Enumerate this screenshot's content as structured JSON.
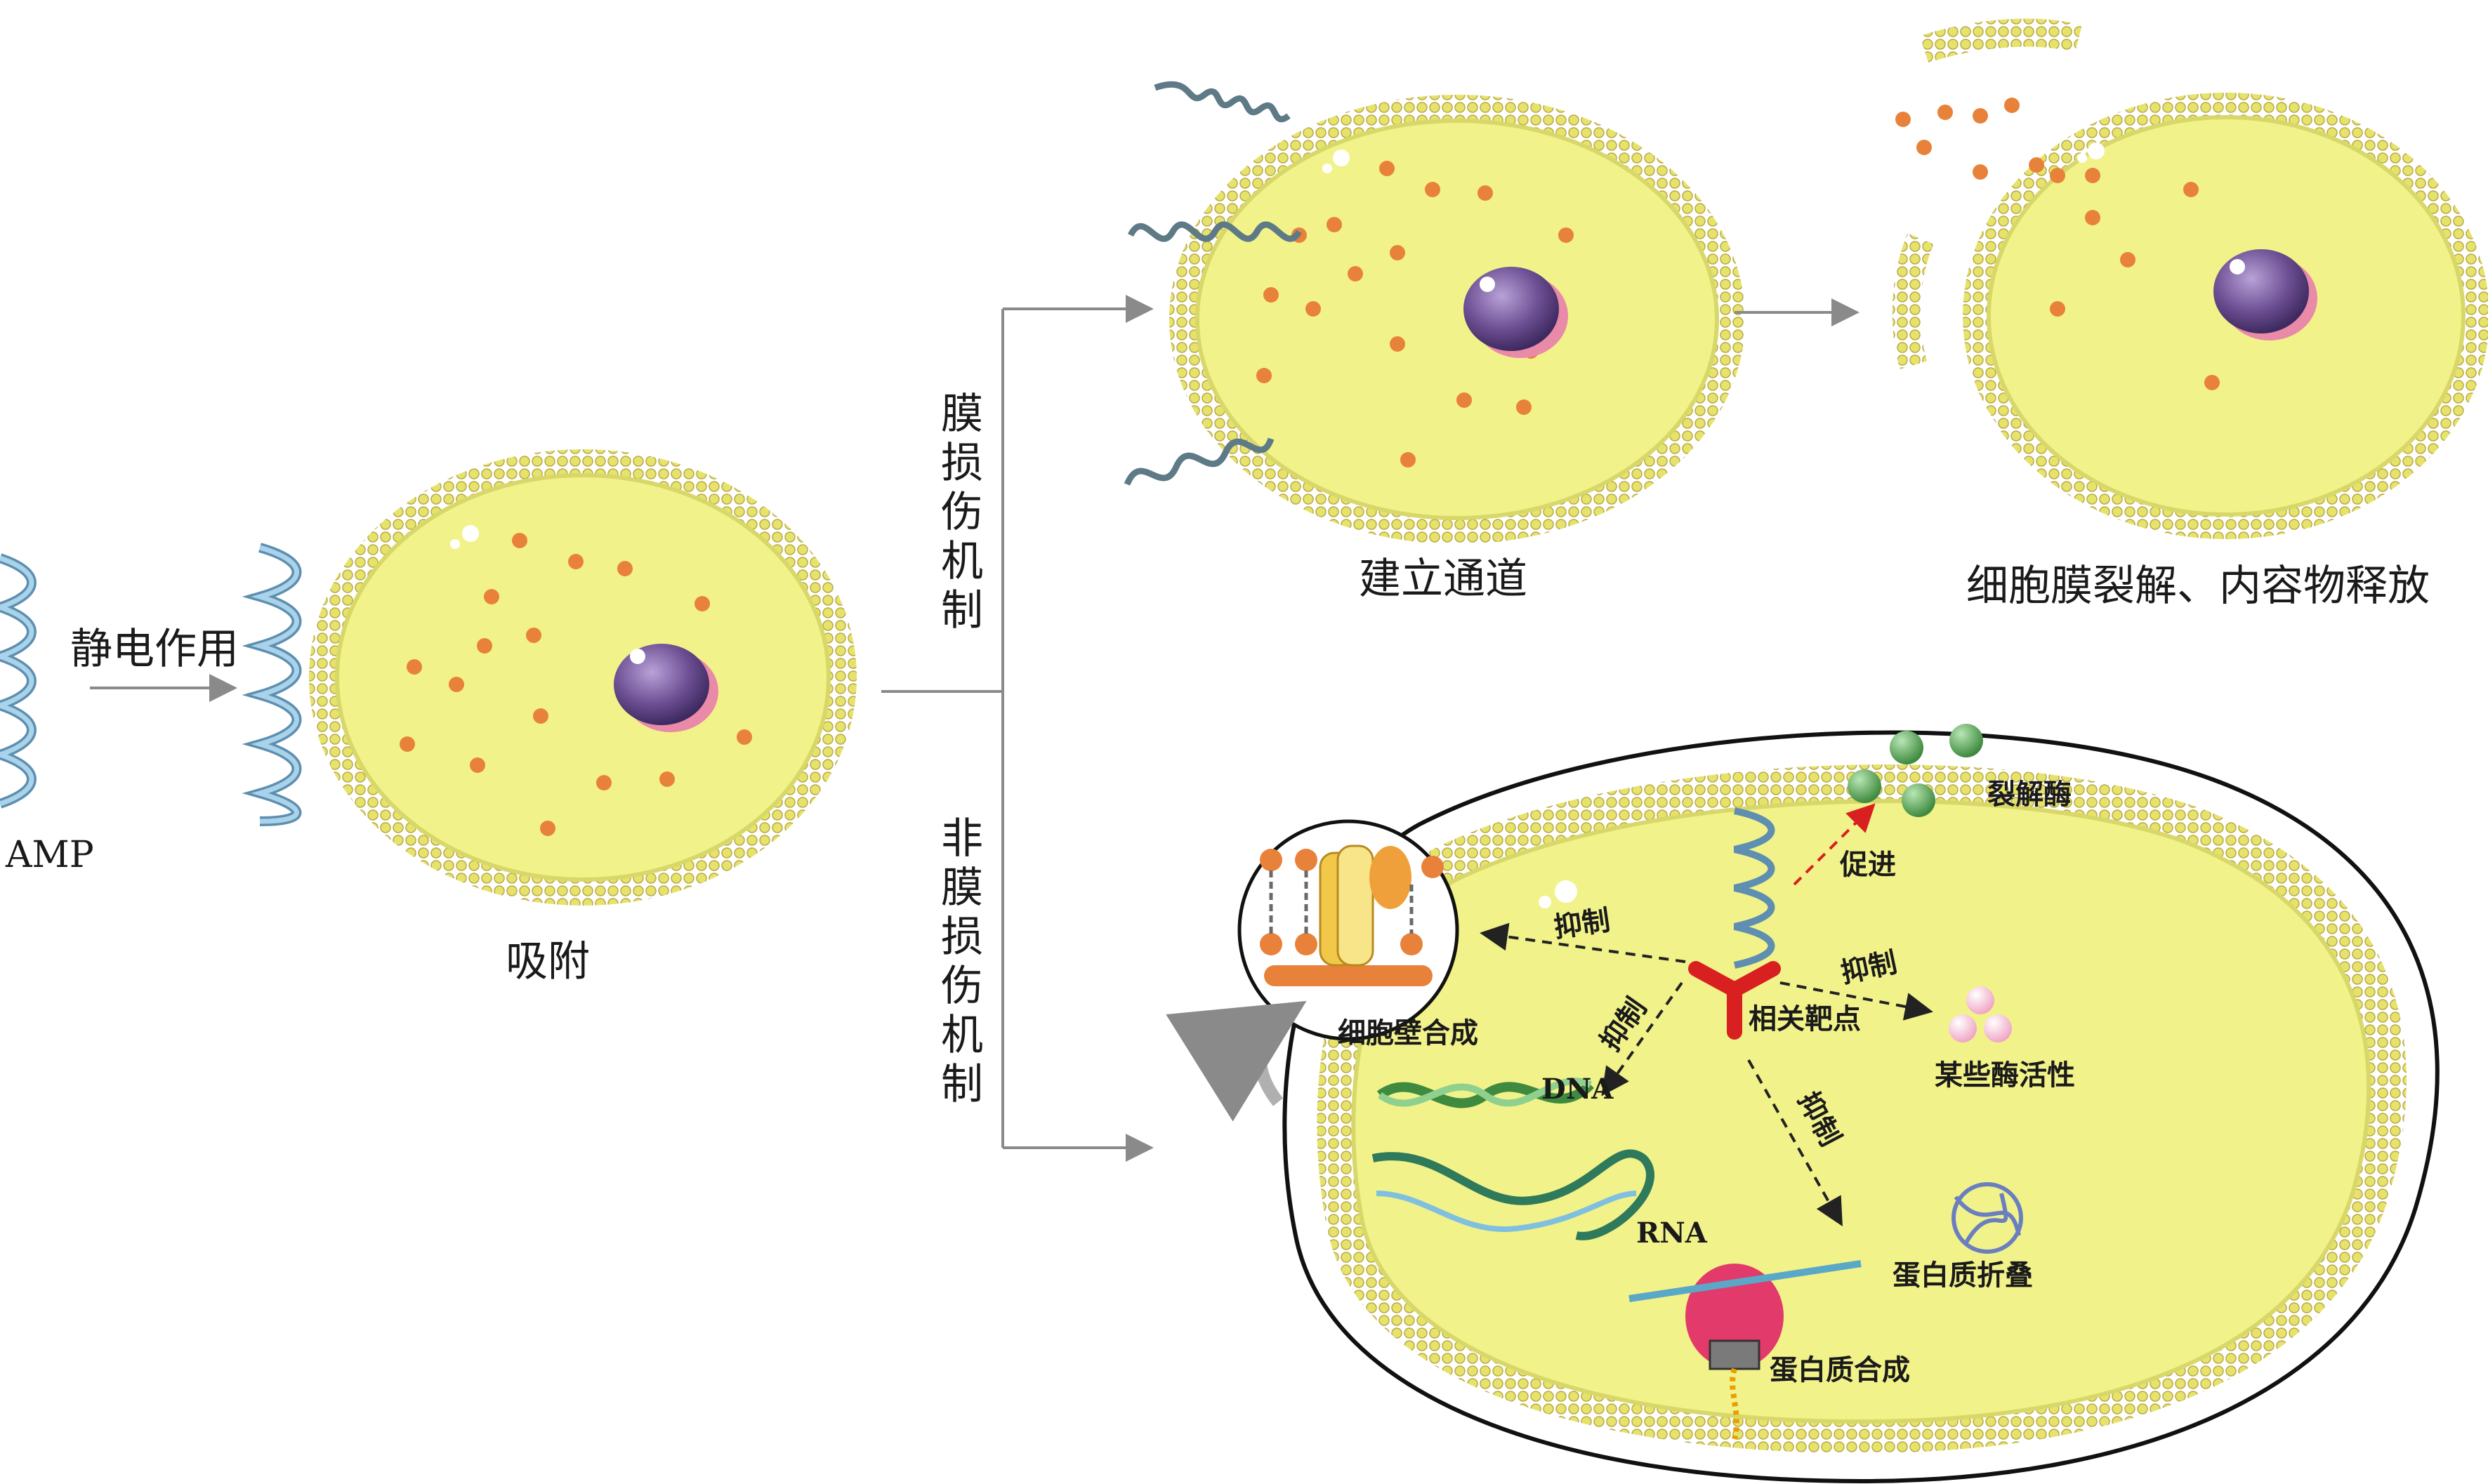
{
  "labels": {
    "amp": "AMP",
    "electrostatic": "静电作用",
    "adsorption": "吸附",
    "membrane_damage": "膜损伤机制",
    "non_membrane_damage": "非膜损伤机制",
    "channel": "建立通道",
    "lysis": "细胞膜裂解、内容物释放",
    "lytic_enzyme": "裂解酶",
    "promote": "促进",
    "inhibit_cell_wall": "抑制",
    "cell_wall_synthesis": "细胞壁合成",
    "inhibit_dna": "抑制",
    "dna": "DNA",
    "target": "相关靶点",
    "inhibit_enzyme": "抑制",
    "enzyme_activity": "某些酶活性",
    "inhibit_protein": "抑制",
    "protein_folding": "蛋白质折叠",
    "rna": "RNA",
    "protein_synthesis": "蛋白质合成"
  },
  "colors": {
    "cytoplasm": "#f2f28a",
    "membrane": "#e8e766",
    "nucleus": "#7a5aa0",
    "dot": "#e8823a",
    "amp_helix": "#7fb7d6",
    "arrow": "#8a8a8a",
    "enzyme": "#5aa05a",
    "target": "#d82020"
  }
}
